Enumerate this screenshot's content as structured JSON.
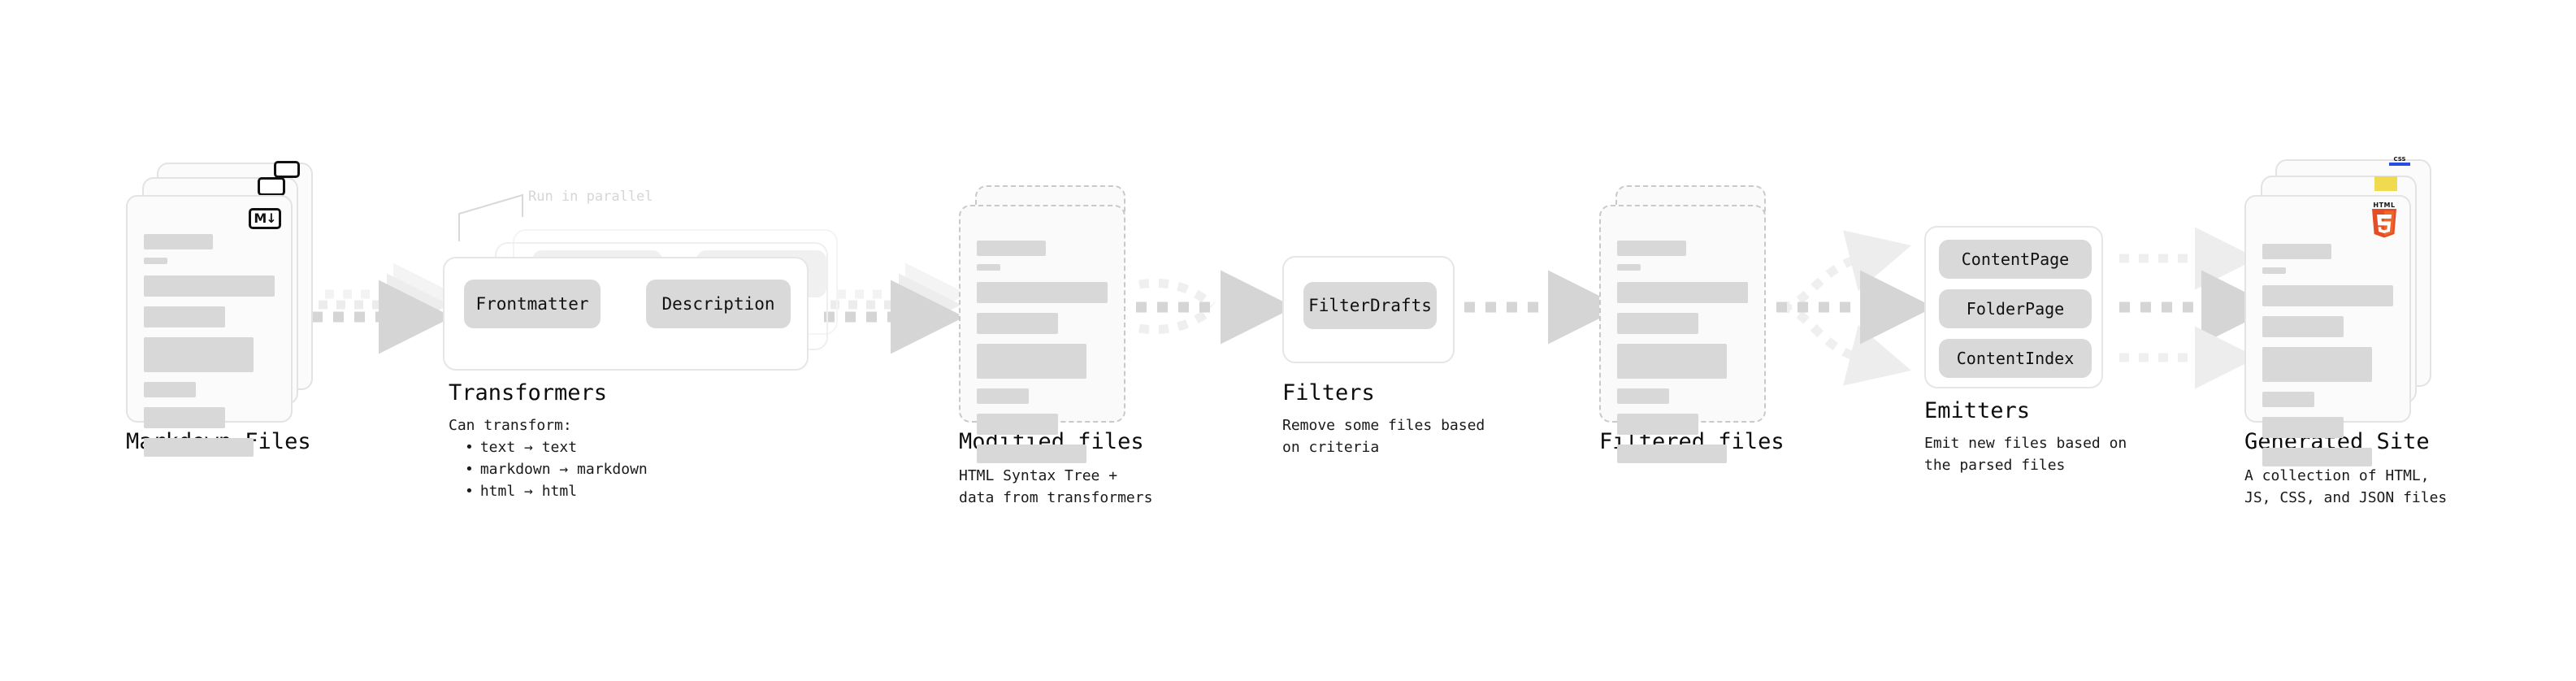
{
  "diagram": {
    "title_font_color": "#0d0d0d",
    "accent_colors": {
      "chip_bg": "#d9d9d9",
      "skeleton_bar": "#d8d8d8",
      "arrow": "#d5d5d5",
      "arrow_faded": "#efefef",
      "card_border": "#e3e3e3",
      "dashed_border": "#c9c9c9",
      "html5_orange": "#e44d26",
      "css_blue": "#264de4",
      "js_yellow": "#f0db4f",
      "note_gray": "#d6d6d6"
    },
    "stages": [
      {
        "id": "markdown-files",
        "title": "Markdown Files",
        "subtitle": "",
        "badge": "M↓",
        "badge_icon": "markdown-icon",
        "card_count": 3,
        "card_style": "solid"
      },
      {
        "id": "transformers",
        "title": "Transformers",
        "subtitle": "Can transform:",
        "note": "Run in parallel",
        "chips": [
          "Frontmatter",
          "Description"
        ],
        "bullets": [
          "text → text",
          "markdown → markdown",
          "html → html"
        ],
        "card_count": 3,
        "card_style": "group"
      },
      {
        "id": "modified-files",
        "title": "Modified files",
        "subtitle": "HTML Syntax Tree +\ndata from transformers",
        "card_count": 2,
        "card_style": "dashed"
      },
      {
        "id": "filters",
        "title": "Filters",
        "subtitle": "Remove some files based\non criteria",
        "chips": [
          "FilterDrafts"
        ],
        "card_count": 1,
        "card_style": "group"
      },
      {
        "id": "filtered-files",
        "title": "Filtered files",
        "subtitle": "",
        "card_count": 2,
        "card_style": "dashed"
      },
      {
        "id": "emitters",
        "title": "Emitters",
        "subtitle": "Emit new files based on\nthe parsed files",
        "chips": [
          "ContentPage",
          "FolderPage",
          "ContentIndex"
        ],
        "card_count": 1,
        "card_style": "group"
      },
      {
        "id": "generated-site",
        "title": "Generated Site",
        "subtitle": "A collection of HTML,\nJS, CSS, and JSON files",
        "badges": [
          "CSS",
          "JS",
          "HTML5"
        ],
        "html5_word": "HTML",
        "html5_number": "5",
        "css_word": "CSS",
        "card_count": 3,
        "card_style": "solid"
      }
    ],
    "connections": [
      {
        "id": "md-to-transformers",
        "kind": "parallel-3-offset"
      },
      {
        "id": "transformers-to-modified",
        "kind": "parallel-3-offset"
      },
      {
        "id": "modified-to-filters",
        "kind": "merge-3-to-1"
      },
      {
        "id": "filters-to-filtered",
        "kind": "single"
      },
      {
        "id": "filtered-to-emitters",
        "kind": "split-1-to-3"
      },
      {
        "id": "emitters-to-site",
        "kind": "parallel-3-rows"
      }
    ]
  }
}
